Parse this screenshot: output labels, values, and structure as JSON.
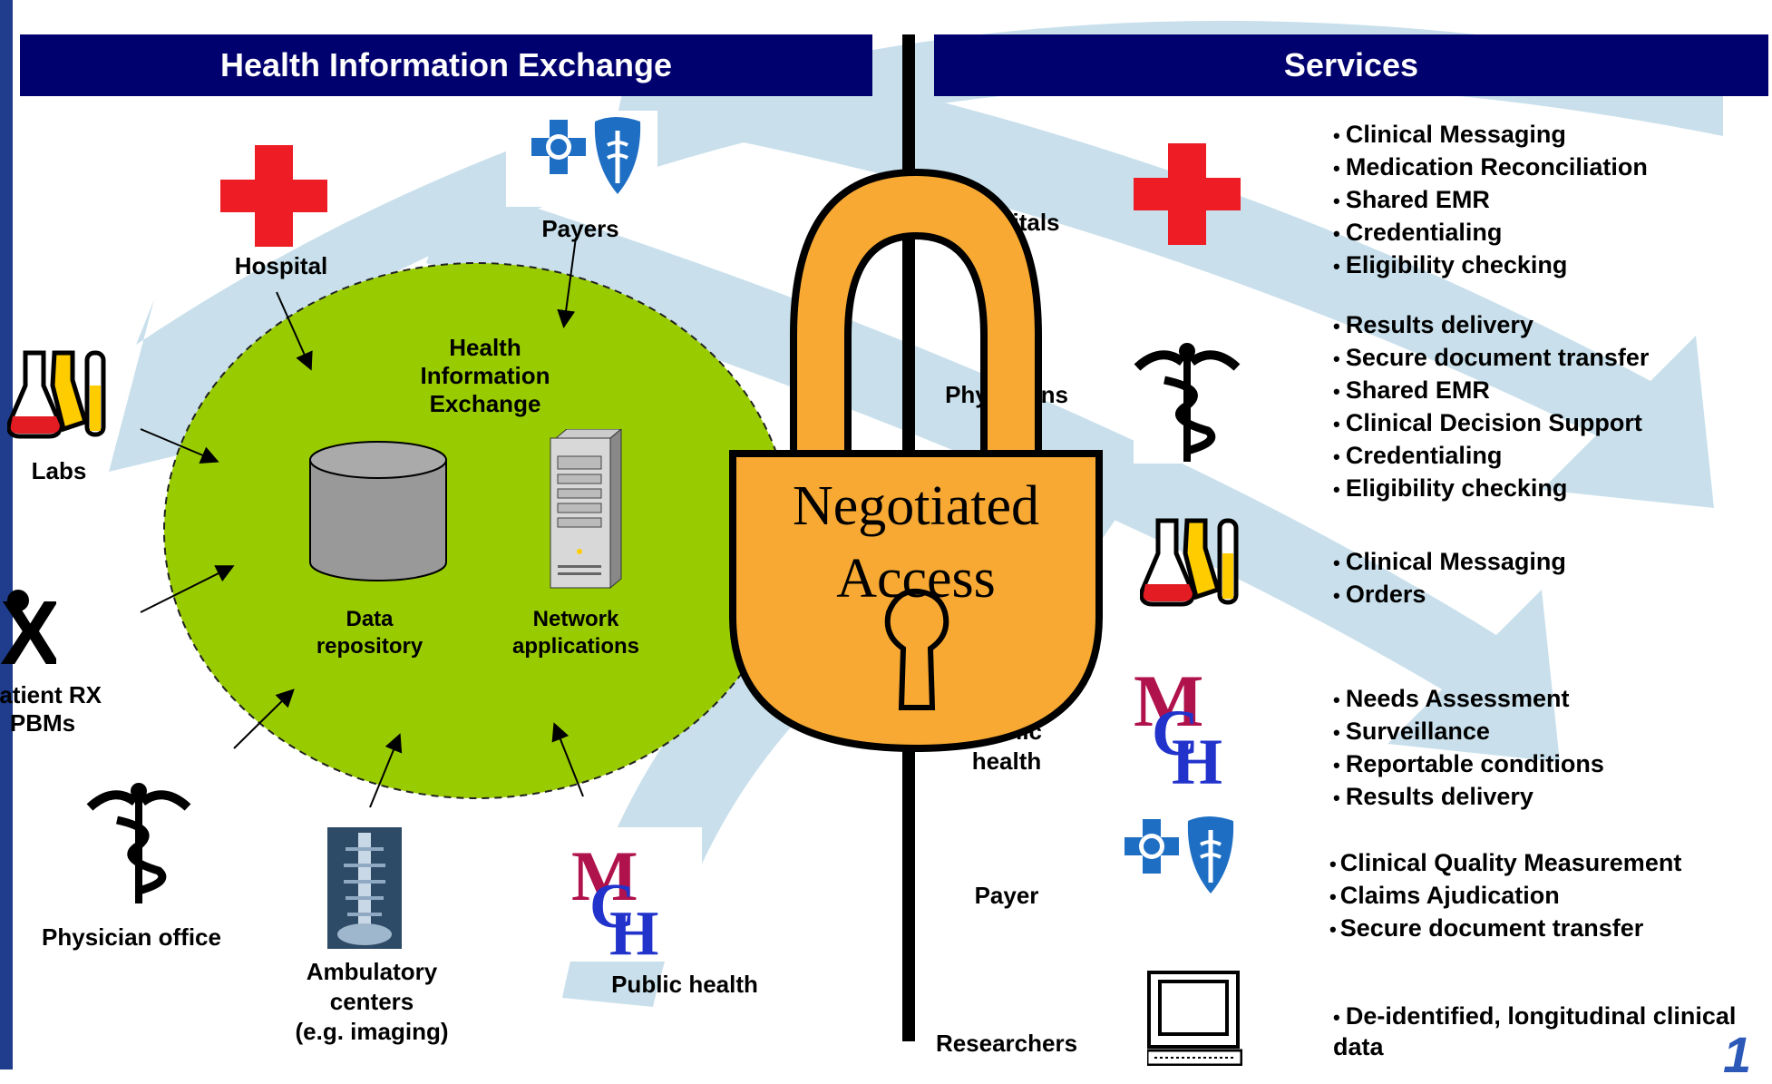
{
  "left_banner": "Health Information Exchange",
  "right_banner": "Services",
  "hie_circle": {
    "title": "Health\nInformation\nExchange",
    "repository": "Data\nrepository",
    "apps": "Network\napplications"
  },
  "sources": {
    "hospital": "Hospital",
    "payers": "Payers",
    "labs": "Labs",
    "rx": "Patient RX\nPBMs",
    "physician": "Physician office",
    "ambulatory": "Ambulatory\ncenters\n(e.g. imaging)",
    "public_health": "Public health"
  },
  "lock": {
    "line1": "Negotiated",
    "line2": "Access"
  },
  "consumers": {
    "hospitals": "Hospitals",
    "physicians": "Physicians",
    "public_health": "Public\nhealth",
    "payer": "Payer",
    "researchers": "Researchers"
  },
  "services": {
    "hospitals": [
      "Clinical Messaging",
      "Medication Reconciliation",
      "Shared EMR",
      "Credentialing",
      "Eligibility checking"
    ],
    "physicians": [
      "Results delivery",
      "Secure document transfer",
      "Shared EMR",
      "Clinical Decision Support",
      "Credentialing",
      "Eligibility checking"
    ],
    "labs": [
      "Clinical Messaging",
      "Orders"
    ],
    "public_health": [
      "Needs Assessment",
      "Surveillance",
      "Reportable conditions",
      "Results delivery"
    ],
    "payer": [
      "Clinical Quality Measurement",
      "Claims Ajudication",
      "Secure document transfer"
    ],
    "researchers": [
      "De-identified, longitudinal clinical data"
    ]
  },
  "page_number": "1"
}
